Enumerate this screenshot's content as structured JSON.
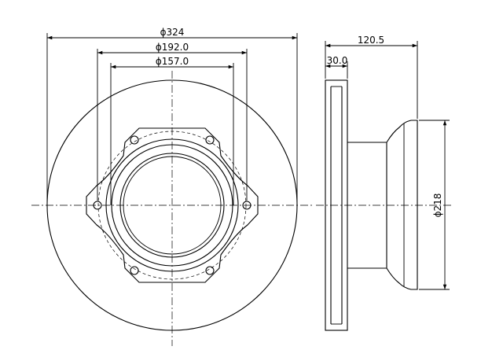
{
  "dimensions": {
    "outer_diameter": "ϕ324",
    "bolt_circle": "ϕ192.0",
    "center_bore": "ϕ157.0",
    "total_height": "120.5",
    "disc_thickness": "30.0",
    "hub_diameter": "ϕ218"
  },
  "colors": {
    "line": "#000000",
    "background": "#ffffff"
  }
}
